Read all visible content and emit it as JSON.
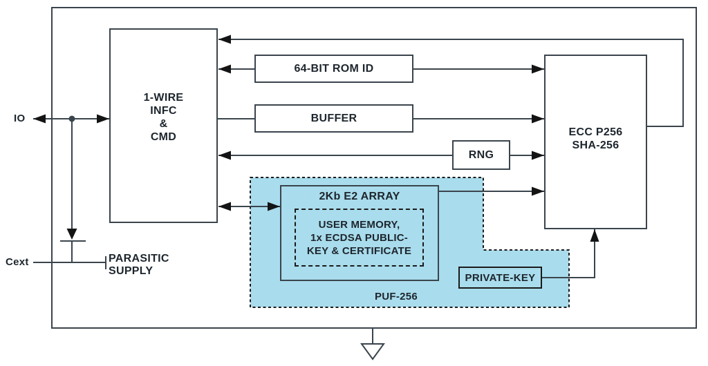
{
  "diagram": {
    "kind": "block-diagram",
    "pins": {
      "io_label": "IO",
      "cext_label": "Cext",
      "parasitic_label": "PARASITIC\nSUPPLY"
    },
    "blocks": {
      "one_wire": "1-WIRE\nINFC\n&\nCMD",
      "rom_id": "64-BIT ROM ID",
      "buffer": "BUFFER",
      "rng": "RNG",
      "ecc": "ECC P256\nSHA-256",
      "e2_array": "2Kb E2 ARRAY",
      "user_memory": "USER MEMORY,\n1x ECDSA PUBLIC-\nKEY & CERTIFICATE",
      "private_key": "PRIVATE-KEY",
      "puf_region": "PUF-256"
    },
    "colors": {
      "line": "#3a444c",
      "text": "#1d252d",
      "arrow": "#141414",
      "puf_fill": "#a9dcec",
      "bg": "#ffffff",
      "box_bg": "#ffffff"
    }
  }
}
